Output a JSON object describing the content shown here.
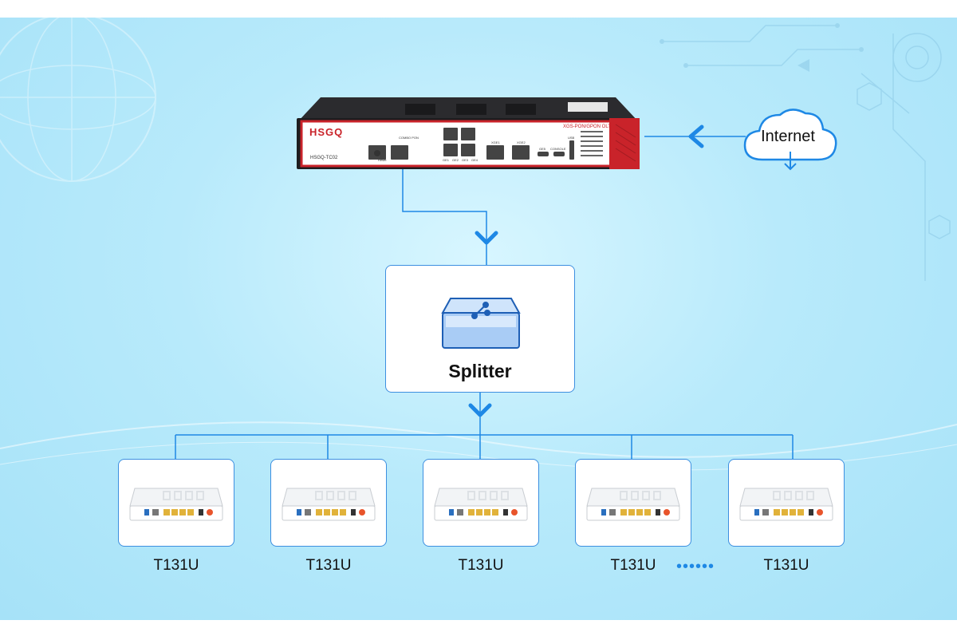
{
  "colors": {
    "wire": "#1e88e5",
    "box_border": "#3d8fe0",
    "olt_red": "#c9232a",
    "olt_black": "#1d1d1f"
  },
  "olt": {
    "brand": "HSGQ",
    "model": "HSGQ-TC02",
    "type_label": "XGS-PON/GPON OLT",
    "pon_label": "COMBO PON",
    "port_labels": [
      "XGE1",
      "XGE2",
      "GE5",
      "CONSOLE",
      "USB",
      "Reset"
    ],
    "ge_labels": [
      "GE1",
      "GE2",
      "GE3",
      "GE4"
    ]
  },
  "internet": {
    "label": "Internet",
    "icon": "cloud-icon"
  },
  "splitter": {
    "label": "Splitter",
    "icon": "splitter-icon"
  },
  "onus": [
    {
      "label": "T131U",
      "icon": "onu-router-icon"
    },
    {
      "label": "T131U",
      "icon": "onu-router-icon"
    },
    {
      "label": "T131U",
      "icon": "onu-router-icon"
    },
    {
      "label": "T131U",
      "icon": "onu-router-icon"
    },
    {
      "label": "T131U",
      "icon": "onu-router-icon"
    }
  ],
  "ellipsis": "••••••"
}
